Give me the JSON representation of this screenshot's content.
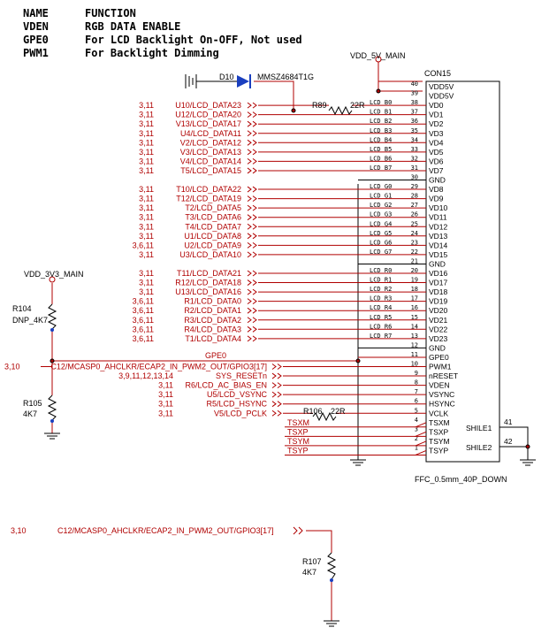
{
  "header": [
    {
      "name": "NAME",
      "func": "FUNCTION"
    },
    {
      "name": "VDEN",
      "func": "RGB DATA ENABLE"
    },
    {
      "name": "GPE0",
      "func": "For LCD Backlight On-OFF, Not used"
    },
    {
      "name": "PWM1",
      "func": "For Backlight Dimming"
    }
  ],
  "power": {
    "v5": "VDD_5V_MAIN",
    "v3": "VDD_3V3_MAIN"
  },
  "connector": {
    "ref": "CON15",
    "part": "FFC_0.5mm_40P_DOWN",
    "shield1": "SHILE1",
    "shield2": "SHILE2",
    "shield1_pin": "41",
    "shield2_pin": "42"
  },
  "diode": {
    "ref": "D10",
    "part": "MMSZ4684T1G"
  },
  "resistors": {
    "r89": {
      "ref": "R89",
      "val": "22R"
    },
    "r106": {
      "ref": "R106",
      "val": "22R"
    },
    "r104": {
      "ref": "R104",
      "val": "DNP_4K7"
    },
    "r105": {
      "ref": "R105",
      "val": "4K7"
    },
    "r107": {
      "ref": "R107",
      "val": "4K7"
    }
  },
  "gpe0_net": "GPE0",
  "pins": [
    {
      "num": "40",
      "name": "VDD5V"
    },
    {
      "num": "39",
      "name": "VDD5V"
    },
    {
      "num": "38",
      "name": "VD0",
      "net": "LCD B0"
    },
    {
      "num": "37",
      "name": "VD1",
      "net": "LCD B1"
    },
    {
      "num": "36",
      "name": "VD2",
      "net": "LCD B2"
    },
    {
      "num": "35",
      "name": "VD3",
      "net": "LCD B3"
    },
    {
      "num": "34",
      "name": "VD4",
      "net": "LCD B4"
    },
    {
      "num": "33",
      "name": "VD5",
      "net": "LCD B5"
    },
    {
      "num": "32",
      "name": "VD6",
      "net": "LCD B6"
    },
    {
      "num": "31",
      "name": "VD7",
      "net": "LCD B7"
    },
    {
      "num": "30",
      "name": "GND"
    },
    {
      "num": "29",
      "name": "VD8",
      "net": "LCD G0"
    },
    {
      "num": "28",
      "name": "VD9",
      "net": "LCD G1"
    },
    {
      "num": "27",
      "name": "VD10",
      "net": "LCD G2"
    },
    {
      "num": "26",
      "name": "VD11",
      "net": "LCD G3"
    },
    {
      "num": "25",
      "name": "VD12",
      "net": "LCD G4"
    },
    {
      "num": "24",
      "name": "VD13",
      "net": "LCD G5"
    },
    {
      "num": "23",
      "name": "VD14",
      "net": "LCD G6"
    },
    {
      "num": "22",
      "name": "VD15",
      "net": "LCD G7"
    },
    {
      "num": "21",
      "name": "GND"
    },
    {
      "num": "20",
      "name": "VD16",
      "net": "LCD R0"
    },
    {
      "num": "19",
      "name": "VD17",
      "net": "LCD R1"
    },
    {
      "num": "18",
      "name": "VD18",
      "net": "LCD R2"
    },
    {
      "num": "17",
      "name": "VD19",
      "net": "LCD R3"
    },
    {
      "num": "16",
      "name": "VD20",
      "net": "LCD R4"
    },
    {
      "num": "15",
      "name": "VD21",
      "net": "LCD R5"
    },
    {
      "num": "14",
      "name": "VD22",
      "net": "LCD R6"
    },
    {
      "num": "13",
      "name": "VD23",
      "net": "LCD R7"
    },
    {
      "num": "12",
      "name": "GND"
    },
    {
      "num": "11",
      "name": "GPE0"
    },
    {
      "num": "10",
      "name": "PWM1"
    },
    {
      "num": "9",
      "name": "nRESET"
    },
    {
      "num": "8",
      "name": "VDEN"
    },
    {
      "num": "7",
      "name": "VSYNC"
    },
    {
      "num": "6",
      "name": "HSYNC"
    },
    {
      "num": "5",
      "name": "VCLK"
    },
    {
      "num": "4",
      "name": "TSXM"
    },
    {
      "num": "3",
      "name": "TSXP"
    },
    {
      "num": "2",
      "name": "TSYM"
    },
    {
      "num": "1",
      "name": "TSYP"
    }
  ],
  "lcd_signals": [
    {
      "pins": "3,11",
      "net": "U10/LCD_DATA23"
    },
    {
      "pins": "3,11",
      "net": "U12/LCD_DATA20"
    },
    {
      "pins": "3,11",
      "net": "V13/LCD_DATA17"
    },
    {
      "pins": "3,11",
      "net": "U4/LCD_DATA11"
    },
    {
      "pins": "3,11",
      "net": "V2/LCD_DATA12"
    },
    {
      "pins": "3,11",
      "net": "V3/LCD_DATA13"
    },
    {
      "pins": "3,11",
      "net": "V4/LCD_DATA14"
    },
    {
      "pins": "3,11",
      "net": "T5/LCD_DATA15"
    },
    {
      "pins": "3,11",
      "net": "T10/LCD_DATA22"
    },
    {
      "pins": "3,11",
      "net": "T12/LCD_DATA19"
    },
    {
      "pins": "3,11",
      "net": "T2/LCD_DATA5"
    },
    {
      "pins": "3,11",
      "net": "T3/LCD_DATA6"
    },
    {
      "pins": "3,11",
      "net": "T4/LCD_DATA7"
    },
    {
      "pins": "3,11",
      "net": "U1/LCD_DATA8"
    },
    {
      "pins": "3,6,11",
      "net": "U2/LCD_DATA9"
    },
    {
      "pins": "3,11",
      "net": "U3/LCD_DATA10"
    },
    {
      "pins": "3,11",
      "net": "T11/LCD_DATA21"
    },
    {
      "pins": "3,11",
      "net": "R12/LCD_DATA18"
    },
    {
      "pins": "3,11",
      "net": "U13/LCD_DATA16"
    },
    {
      "pins": "3,6,11",
      "net": "R1/LCD_DATA0"
    },
    {
      "pins": "3,6,11",
      "net": "R2/LCD_DATA1"
    },
    {
      "pins": "3,6,11",
      "net": "R3/LCD_DATA2"
    },
    {
      "pins": "3,6,11",
      "net": "R4/LCD_DATA3"
    },
    {
      "pins": "3,6,11",
      "net": "T1/LCD_DATA4"
    }
  ],
  "ctrl_signals": [
    {
      "pins": "3,10",
      "net": "C12/MCASP0_AHCLKR/ECAP2_IN_PWM2_OUT/GPIO3[17]"
    },
    {
      "pins": "3,9,11,12,13,14",
      "net": "SYS_RESETn"
    },
    {
      "pins": "3,11",
      "net": "R6/LCD_AC_BIAS_EN"
    },
    {
      "pins": "3,11",
      "net": "U5/LCD_VSYNC"
    },
    {
      "pins": "3,11",
      "net": "R5/LCD_HSYNC"
    },
    {
      "pins": "3,11",
      "net": "V5/LCD_PCLK"
    }
  ],
  "ts_signals": [
    "TSXM",
    "TSXP",
    "TSYM",
    "TSYP"
  ],
  "bottom_signal": {
    "pins": "3,10",
    "net": "C12/MCASP0_AHCLKR/ECAP2_IN_PWM2_OUT/GPIO3[17]"
  }
}
